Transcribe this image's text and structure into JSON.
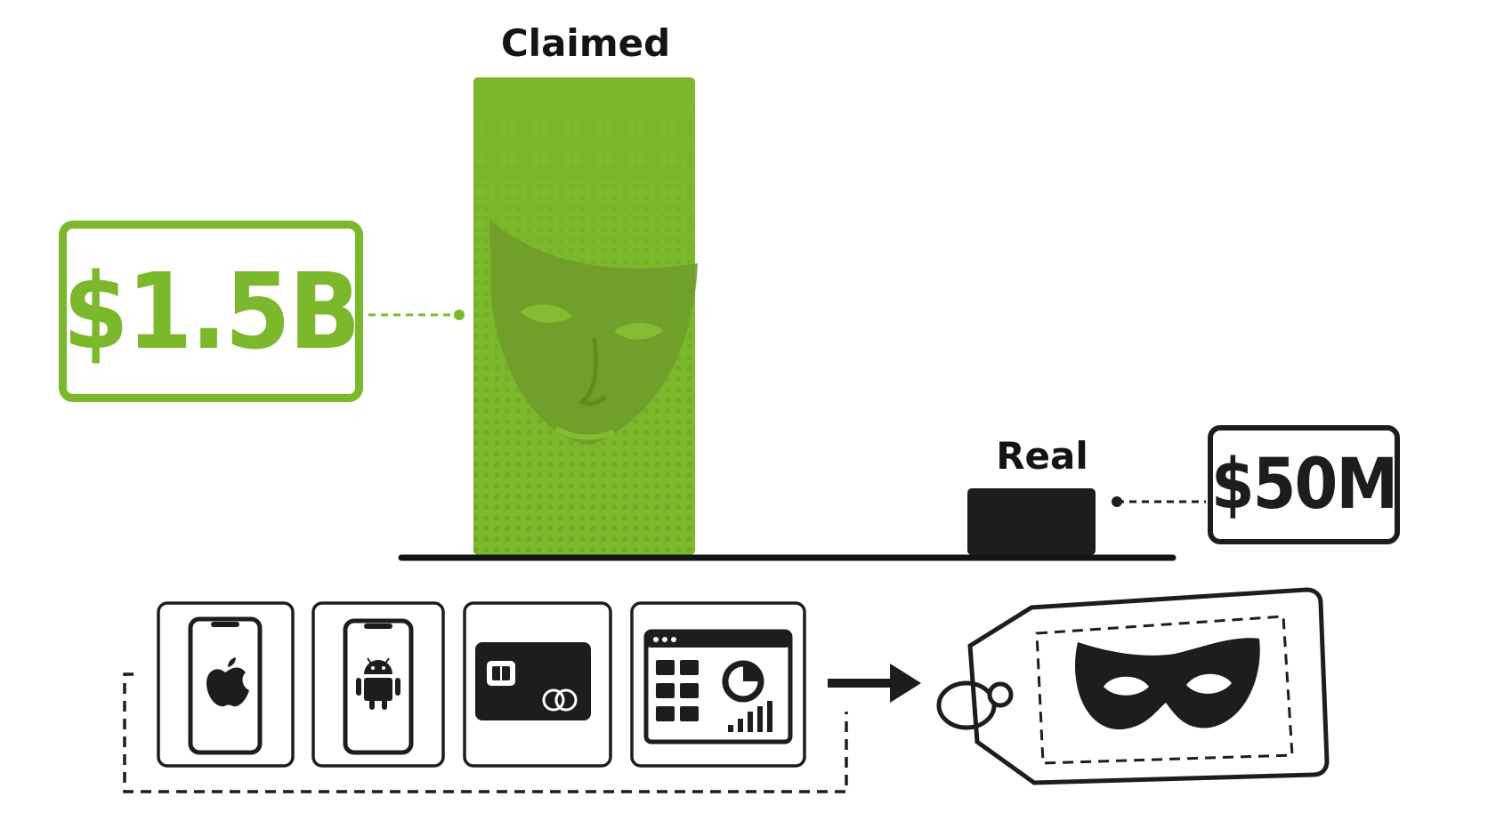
{
  "chart_data": {
    "type": "bar",
    "categories": [
      "Claimed",
      "Real"
    ],
    "values": [
      1500000000,
      50000000
    ],
    "value_labels": [
      "$1.5B",
      "$50M"
    ],
    "colors": {
      "claimed": "#7cb82b",
      "real": "#1d1d1d"
    }
  },
  "icons": [
    "apple-phone-icon",
    "android-phone-icon",
    "credit-card-icon",
    "dashboard-icon",
    "arrow-right-icon",
    "mask-price-tag-icon"
  ]
}
